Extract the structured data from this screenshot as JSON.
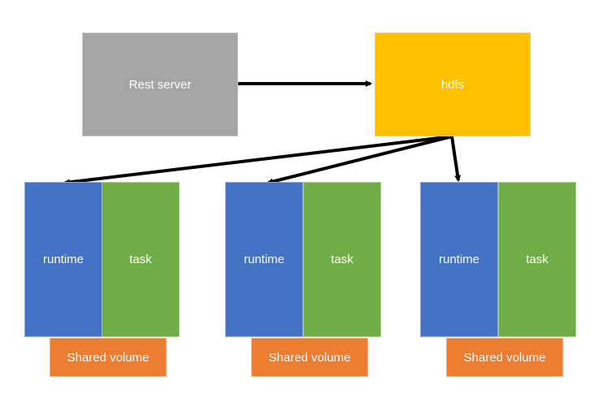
{
  "nodes": {
    "rest_server": "Rest server",
    "hdfs": "hdfs"
  },
  "groups": [
    {
      "runtime": "runtime",
      "task": "task",
      "volume": "Shared volume"
    },
    {
      "runtime": "runtime",
      "task": "task",
      "volume": "Shared volume"
    },
    {
      "runtime": "runtime",
      "task": "task",
      "volume": "Shared volume"
    }
  ],
  "colors": {
    "rest_server": "#a5a5a5",
    "hdfs": "#ffc000",
    "runtime": "#4472c4",
    "task": "#70ad47",
    "volume": "#ed7d31",
    "arrow": "#000000"
  },
  "edges": [
    {
      "from": "Rest server",
      "to": "hdfs"
    },
    {
      "from": "hdfs",
      "to": "runtime 1"
    },
    {
      "from": "hdfs",
      "to": "runtime 2"
    },
    {
      "from": "hdfs",
      "to": "runtime 3"
    }
  ]
}
